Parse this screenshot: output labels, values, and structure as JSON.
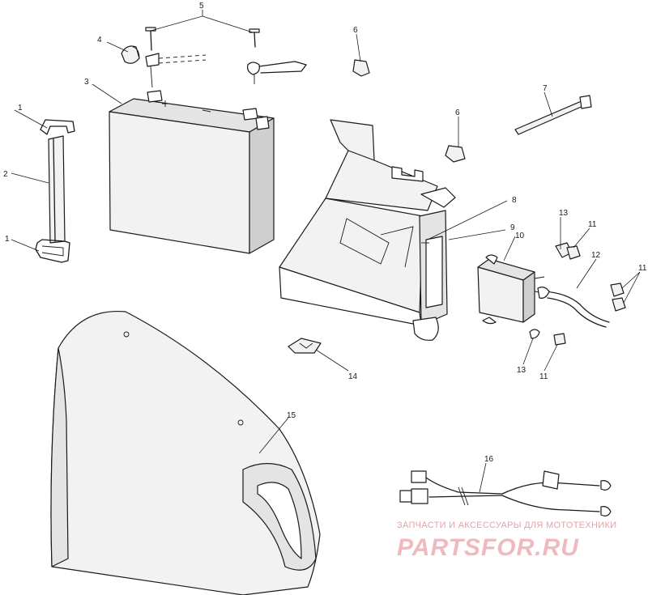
{
  "callouts": {
    "c1a": "1",
    "c1b": "1",
    "c2": "2",
    "c3": "3",
    "c4": "4",
    "c5": "5",
    "c6a": "6",
    "c6b": "6",
    "c7": "7",
    "c8": "8",
    "c9": "9",
    "c10": "10",
    "c11a": "11",
    "c11b": "11",
    "c11c": "11",
    "c12": "12",
    "c13a": "13",
    "c13b": "13",
    "c14": "14",
    "c15": "15",
    "c16": "16"
  },
  "watermark": {
    "tagline": "ЗАПЧАСТИ И АКСЕССУАРЫ ДЛЯ МОТОТЕХНИКИ",
    "brand": "PARTSFOR.RU",
    "colors": {
      "tagline": "#e8a0a8",
      "brand": "#f0b9bf"
    }
  }
}
